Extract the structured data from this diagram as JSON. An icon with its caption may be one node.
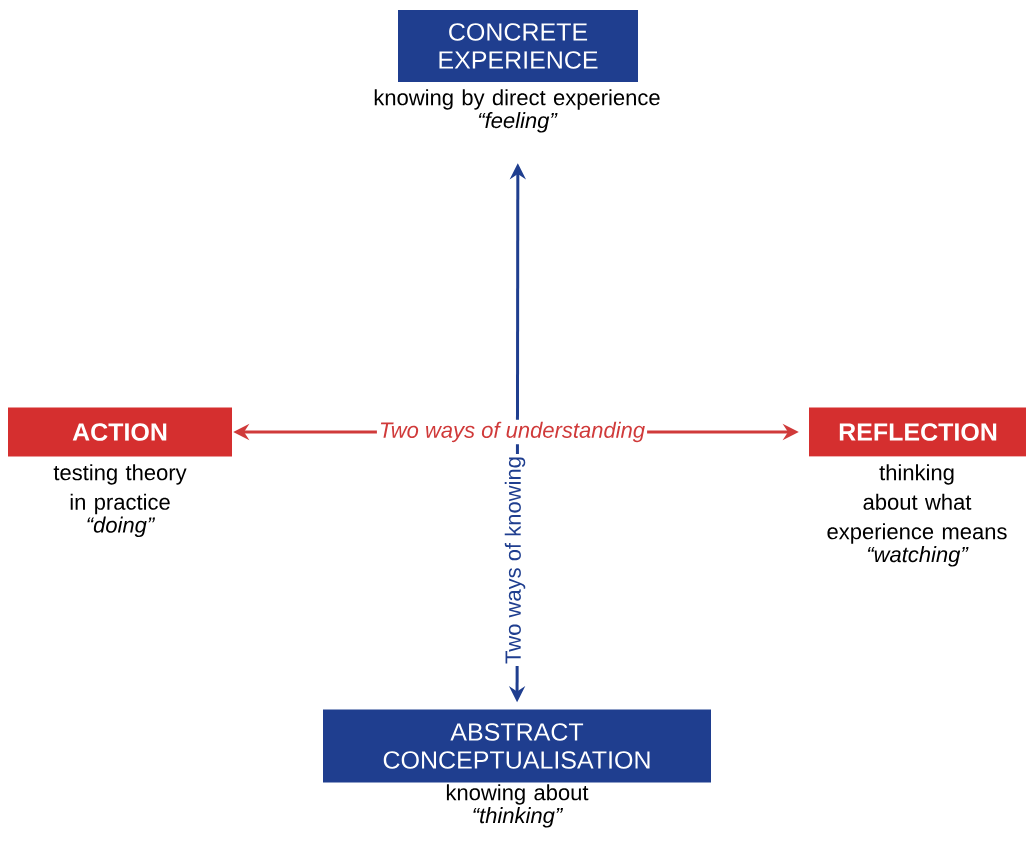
{
  "diagram": {
    "nodes": [
      {
        "text": [
          "CONCRETE EXPERIENCE"
        ],
        "beside": [
          "knowing by direct experience",
          "“feeling”"
        ]
      },
      {
        "text": [
          "ACTION"
        ],
        "beside": [
          "testing theory in practice",
          "“doing”"
        ]
      },
      {
        "text": [
          "REFLECTION"
        ],
        "beside": [
          "thinking about what experience means",
          "“watching”"
        ]
      },
      {
        "text": [
          "ABSTRACT CONCEPTUALISATION"
        ],
        "beside": [
          "knowing about",
          "“thinking”"
        ]
      }
    ],
    "edges": [
      {
        "from": 1,
        "to": 2,
        "arrow": "both",
        "label": "Two ways of understanding",
        "color": "#d03a3a"
      },
      {
        "from": 0,
        "to": 3,
        "arrow": "both",
        "label": "Two ways of knowing",
        "color": "#1f3e8f"
      }
    ]
  }
}
